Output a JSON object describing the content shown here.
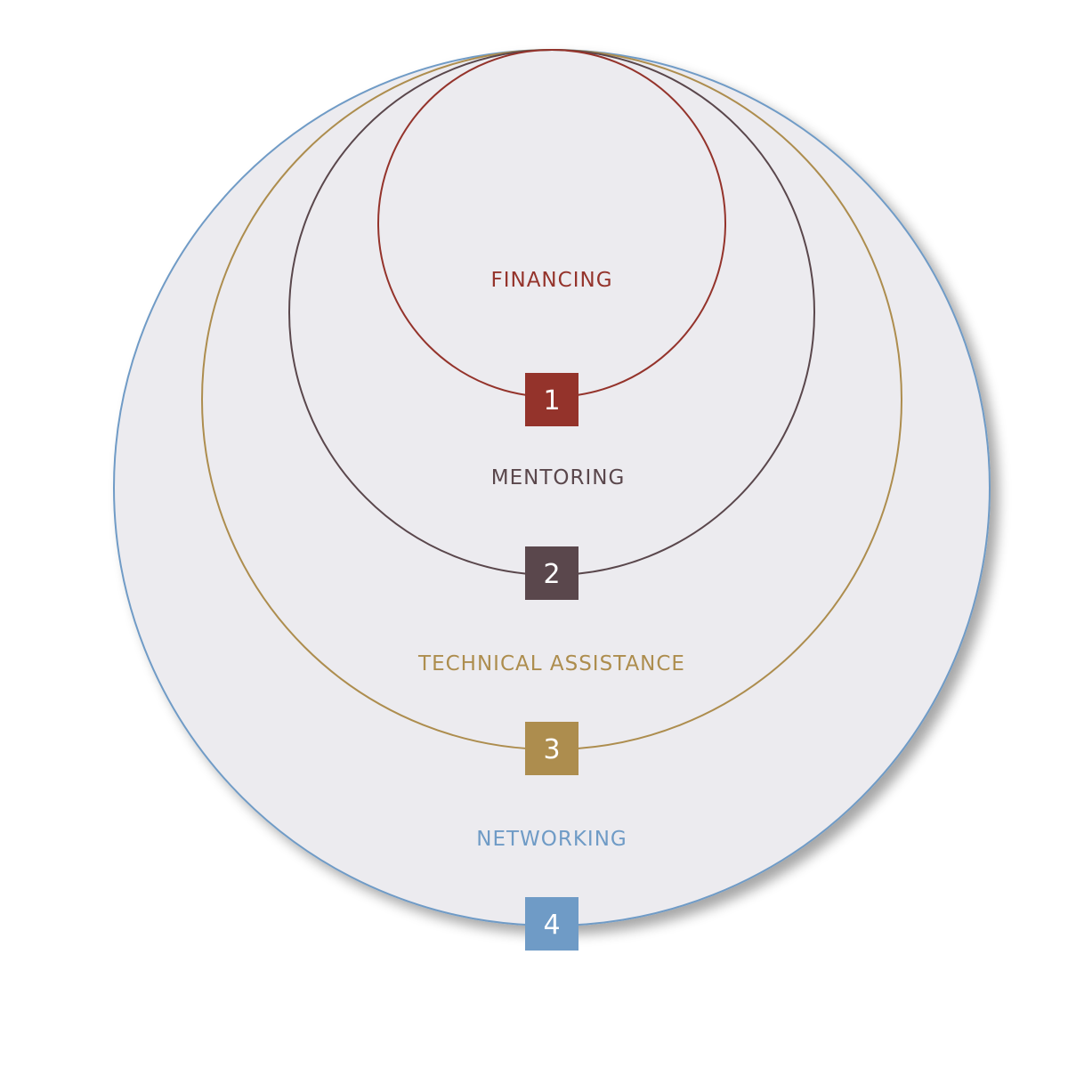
{
  "colors": {
    "background": "#ffffff",
    "fill": "#ecebef",
    "financing": "#94332b",
    "mentoring": "#5a474c",
    "technical_assistance": "#ad8d4e",
    "networking": "#6f9bc6"
  },
  "rings": [
    {
      "id": "networking",
      "label": "NETWORKING",
      "number": "4",
      "color": "#6f9bc6"
    },
    {
      "id": "technical-assistance",
      "label": "TECHNICAL ASSISTANCE",
      "number": "3",
      "color": "#ad8d4e"
    },
    {
      "id": "mentoring",
      "label": "MENTORING",
      "number": "2",
      "color": "#5a474c"
    },
    {
      "id": "financing",
      "label": "FINANCING",
      "number": "1",
      "color": "#94332b"
    }
  ]
}
